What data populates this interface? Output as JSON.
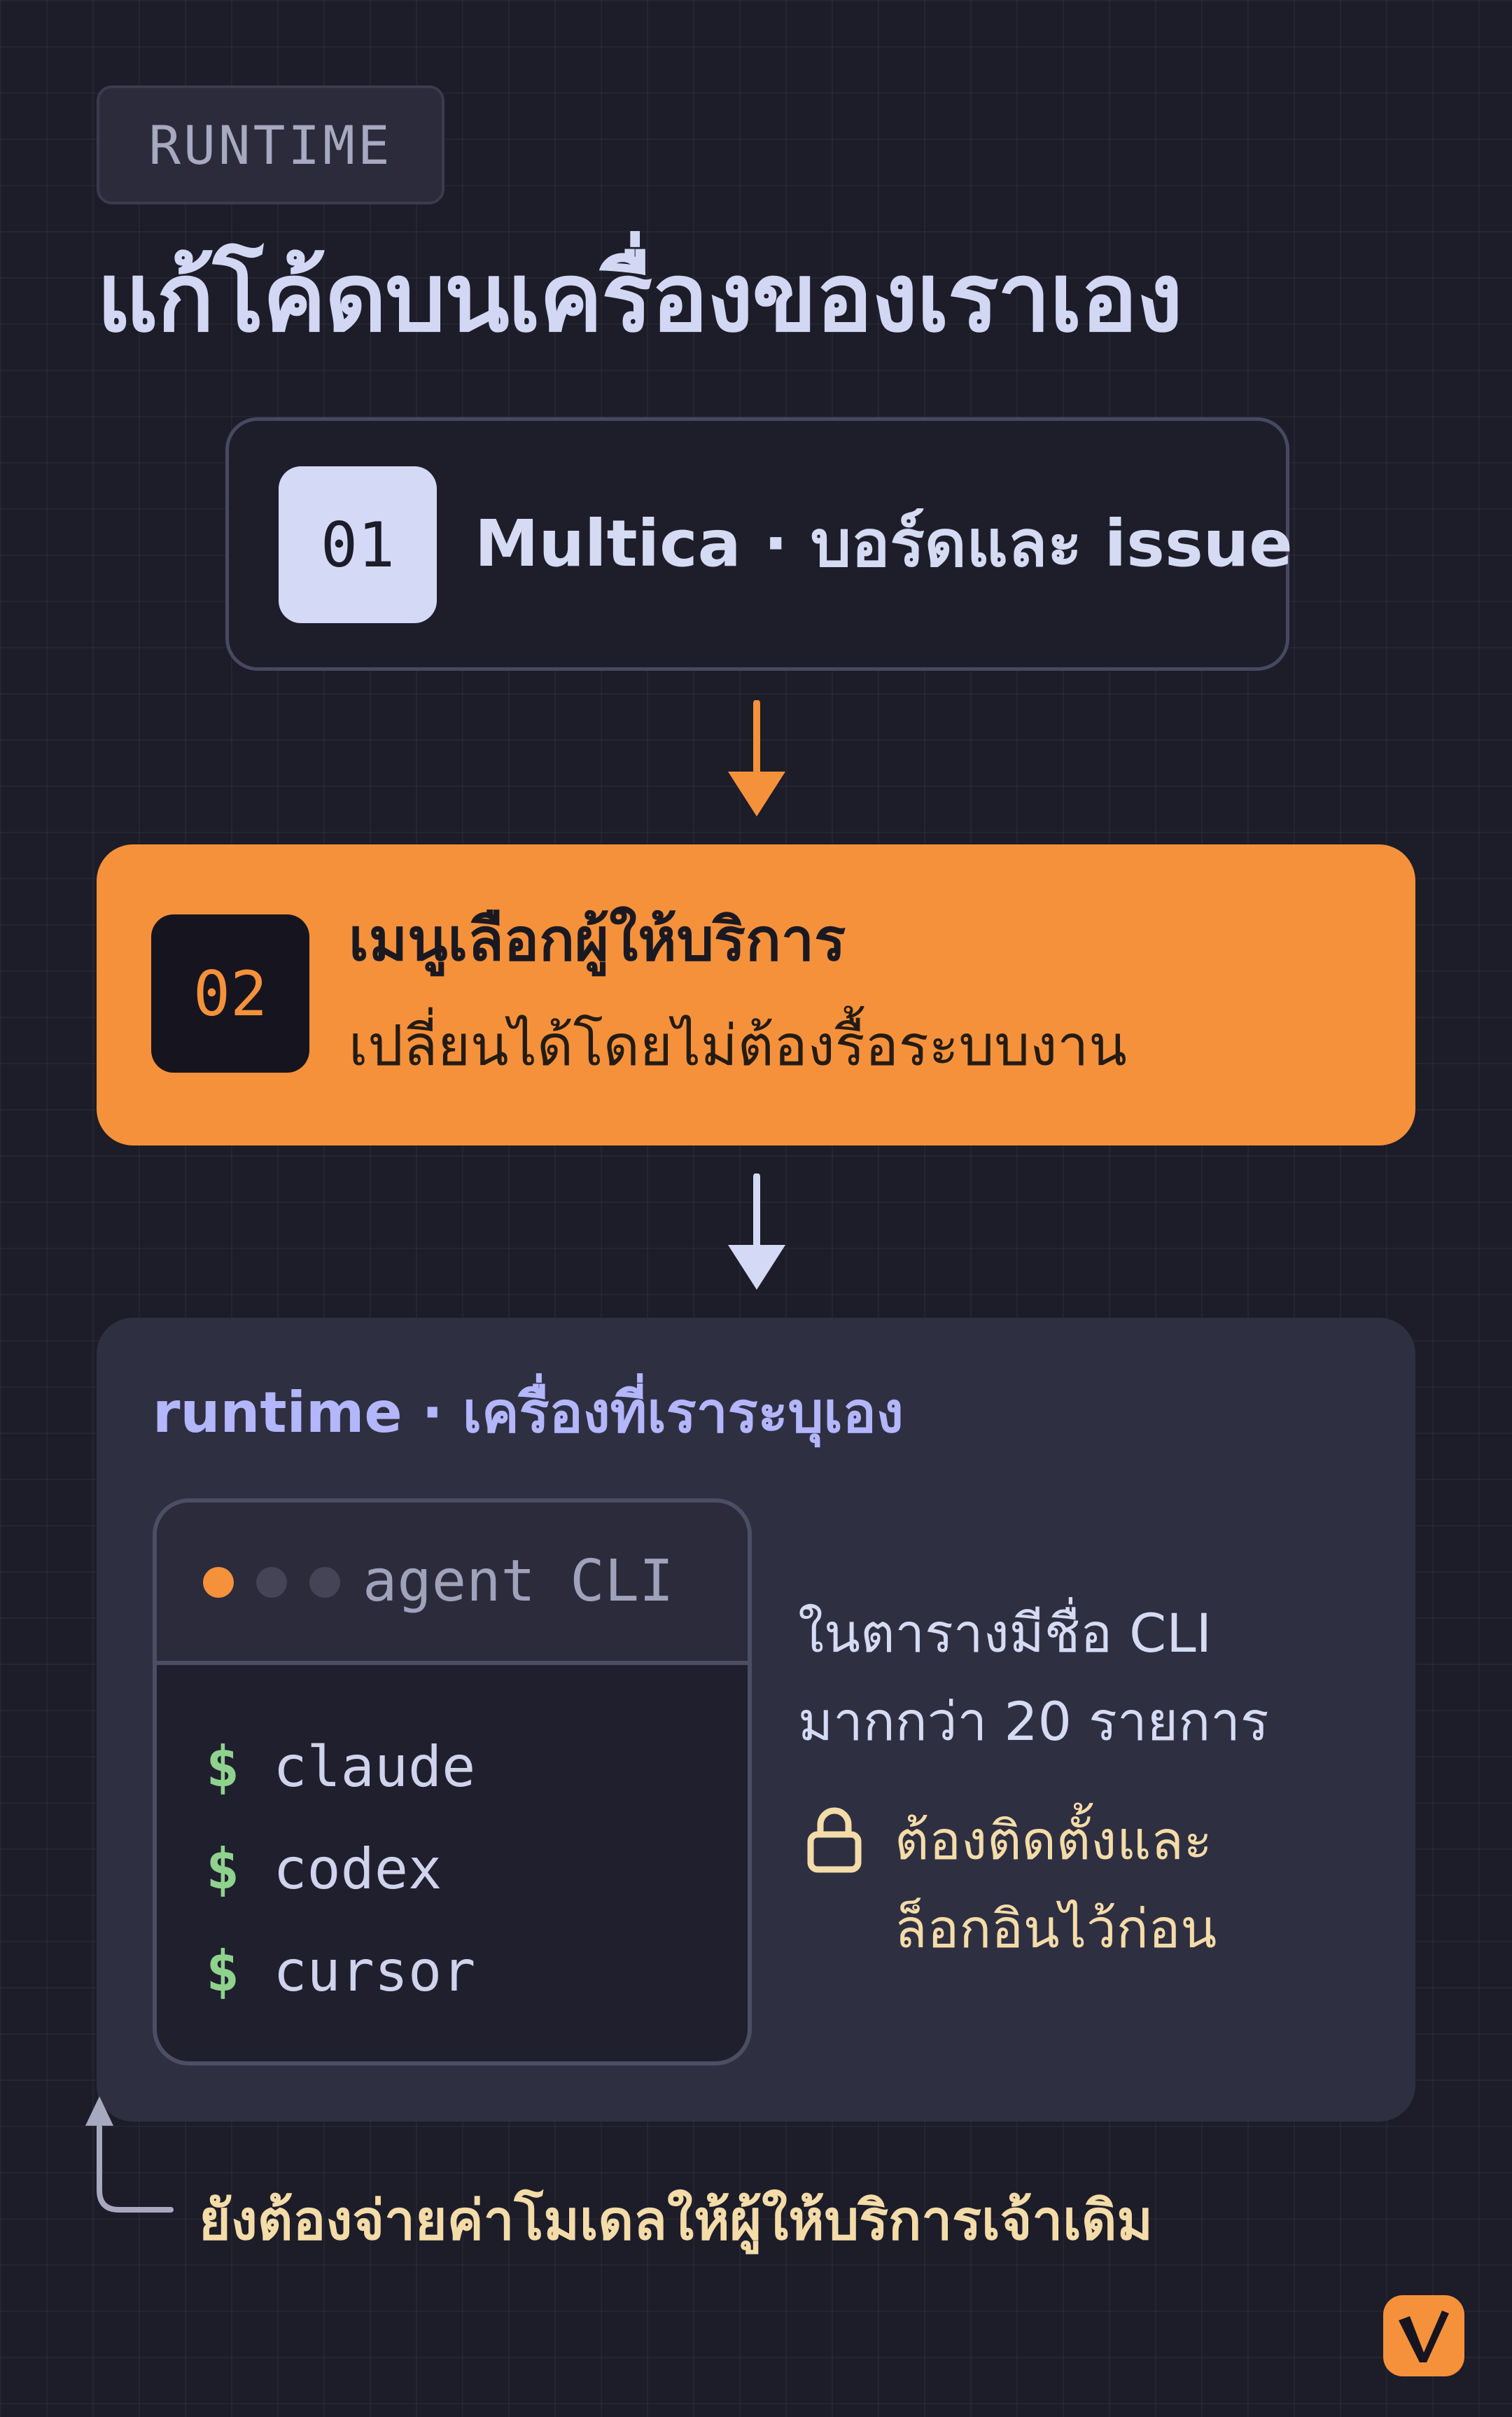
{
  "header": {
    "badge": "RUNTIME",
    "title": "แก้โค้ดบนเครื่องของเราเอง"
  },
  "steps": [
    {
      "number": "01",
      "title": "Multica · บอร์ดและ issue"
    },
    {
      "number": "02",
      "title": "เมนูเลือกผู้ให้บริการ",
      "subtitle": "เปลี่ยนได้โดยไม่ต้องรื้อระบบงาน"
    }
  ],
  "runtime_panel": {
    "label": "runtime · เครื่องที่เราระบุเอง",
    "terminal": {
      "title": "agent CLI",
      "prompt": "$",
      "commands": [
        "claude",
        "codex",
        "cursor"
      ]
    },
    "info_lines": [
      "ในตารางมีชื่อ CLI",
      "มากกว่า 20 รายการ"
    ],
    "note_lines": [
      "ต้องติดตั้งและ",
      "ล็อกอินไว้ก่อน"
    ]
  },
  "footnote": "ยังต้องจ่ายค่าโมเดลให้ผู้ให้บริการเจ้าเดิม",
  "icons": {
    "arrow": "arrow-down-icon",
    "lock": "lock-icon",
    "return": "corner-up-arrow-icon",
    "logo": "brand-logo-icon"
  },
  "colors": {
    "background": "#1d1c29",
    "accent": "#f6913b",
    "periwinkle": "#d4d9f6",
    "cream": "#f4dca9",
    "prompt_green": "#8fd28e"
  }
}
